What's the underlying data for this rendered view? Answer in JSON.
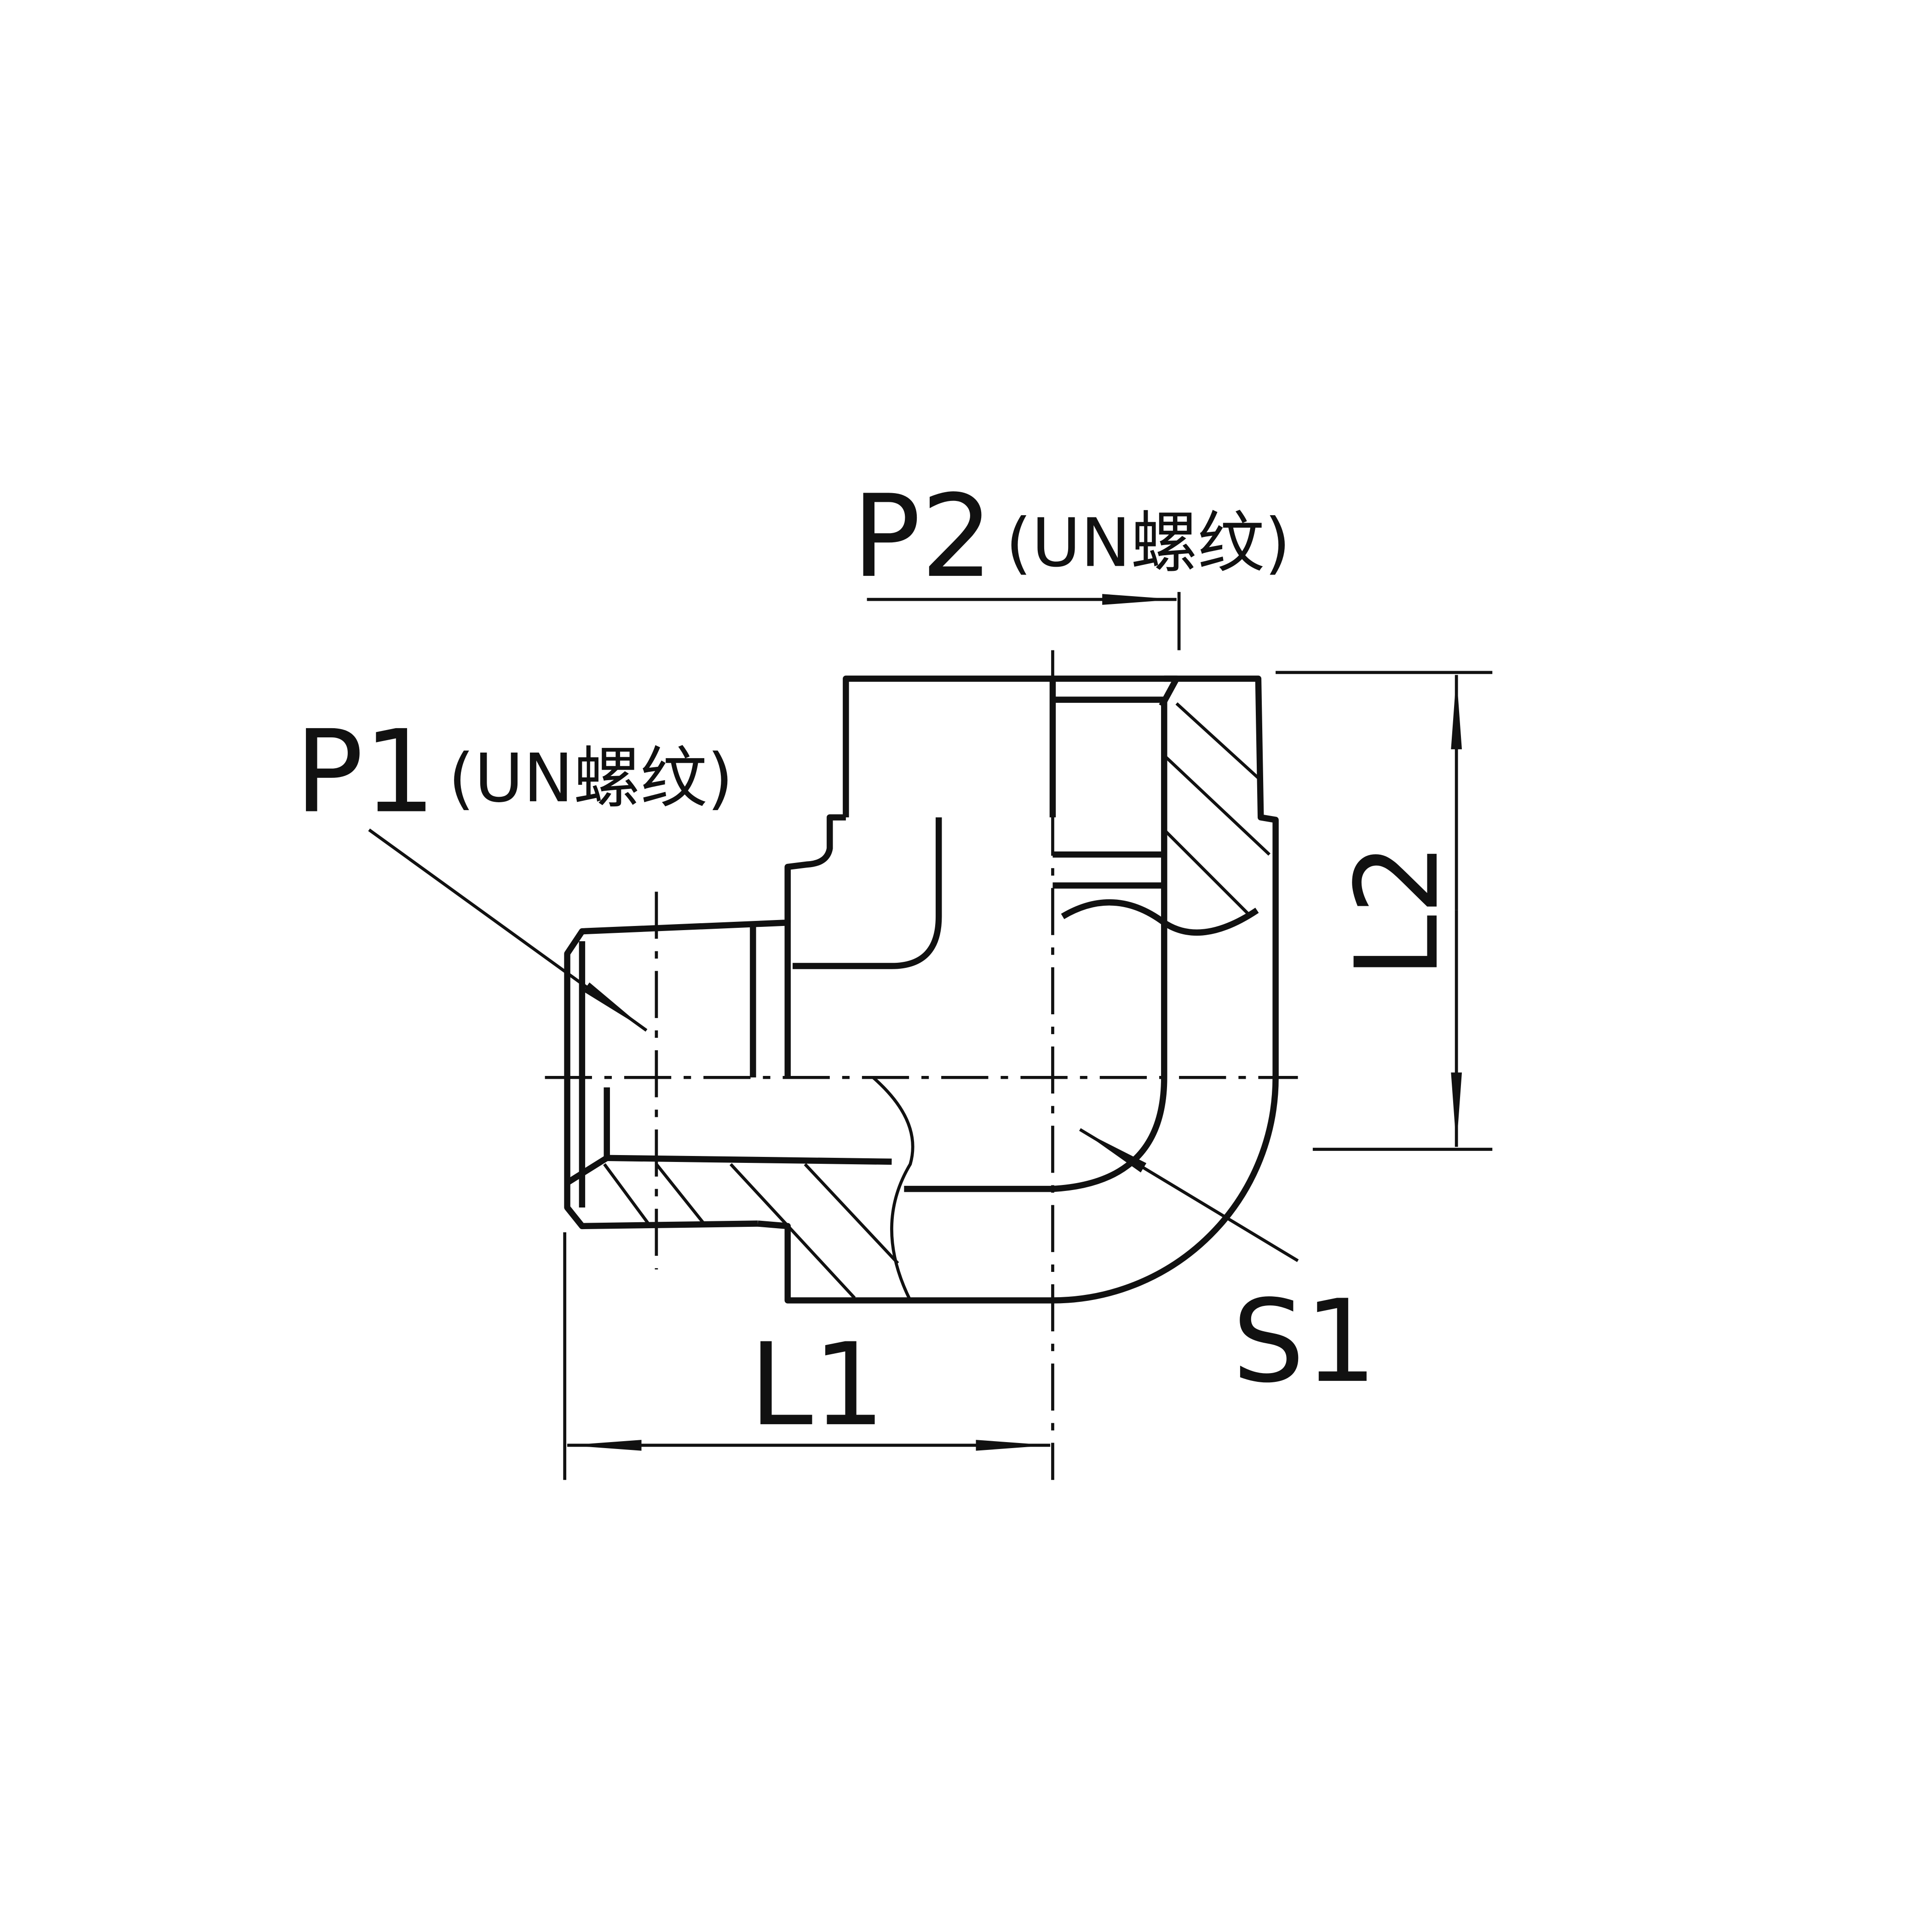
{
  "labels": {
    "p1": "P1",
    "p1_note": "(UN螺纹)",
    "p2": "P2",
    "p2_note": "(UN螺纹)",
    "l1": "L1",
    "l2": "L2",
    "s1": "S1"
  },
  "colors": {
    "line": "#111111",
    "background": "#ffffff"
  }
}
